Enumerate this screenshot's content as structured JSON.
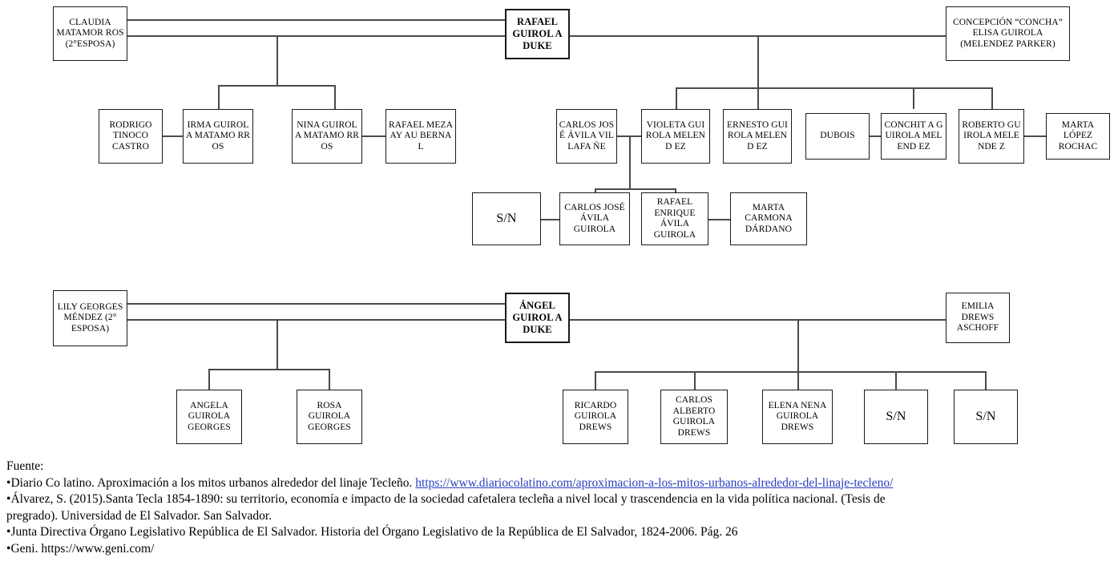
{
  "diagram": {
    "title": "Genealogia Guirola Duke",
    "nodes": {
      "claudia": "CLAUDIA MATAMOR ROS (2°ESPOSA)",
      "rafael_duke": "RAFAEL GUIROL A DUKE",
      "concepcion": "CONCEPCIÓN “CONCHA” ELISA GUIROLA (MELENDEZ PARKER)",
      "rodrigo": "RODRIGO TINOCO CASTRO",
      "irma": "IRMA GUIROLA MATAMO RROS",
      "nina": "NINA GUIROLA MATAMO RROS",
      "rafael_mezaayau": "RAFAEL MEZAAY AU BERNAL",
      "carlos_jose_avila": "CARLOS JOSÉ ÁVILA VILLAFA ÑE",
      "violeta": "VIOLETA GUIROLA MELEND EZ",
      "ernesto": "ERNESTO GUIROLA MELEND EZ",
      "dubois": "DUBOIS",
      "conchita": "CONCHIT A GUIROLA MELEND EZ",
      "roberto": "ROBERTO GUIROLA MELENDE Z",
      "marta_lopez": "MARTA LÓPEZ ROCHAC",
      "sn_1": "S/N",
      "carlos_jose_avila_guirola": "CARLOS JOSÉ ÁVILA GUIROLA",
      "rafael_enrique_avila": "RAFAEL ENRIQUE ÁVILA GUIROLA",
      "marta_carmona": "MARTA CARMONA DÁRDANO",
      "lily": "LILY GEORGES MÉNDEZ (2° ESPOSA)",
      "angel_duke": "ÁNGEL GUIROL A DUKE",
      "emilia": "EMILIA DREWS ASCHOFF",
      "angela": "ANGELA GUIROLA GEORGES",
      "rosa": "ROSA GUIROLA GEORGES",
      "ricardo": "RICARDO GUIROLA DREWS",
      "carlos_alberto": "CARLOS ALBERTO GUIROLA DREWS",
      "elena": "ELENA NENA GUIROLA DREWS",
      "sn_2": "S/N",
      "sn_3": "S/N"
    }
  },
  "sources": {
    "heading": "Fuente:",
    "items": [
      {
        "bullet": "•",
        "text": "Diario Co latino. Aproximación a los mitos urbanos alrededor del linaje Tecleño. ",
        "link": "https://www.diariocolatino.com/aproximacion-a-los-mitos-urbanos-alrededor-del-linaje-tecleno/"
      },
      {
        "bullet": "•",
        "text": "Álvarez, S. (2015).Santa Tecla 1854-1890: su territorio, economía e impacto de la sociedad cafetalera tecleña a nivel local y trascendencia en la vida política nacional. (Tesis de",
        "link": ""
      },
      {
        "bullet": "",
        "text": "pregrado). Universidad de El Salvador. San Salvador.",
        "link": ""
      },
      {
        "bullet": "•",
        "text": "Junta Directiva Órgano Legislativo República de El Salvador. Historia del Órgano Legislativo de la República de El Salvador, 1824-2006. Pág. 26",
        "link": ""
      },
      {
        "bullet": "•",
        "text": "Geni. https://www.geni.com/",
        "link": ""
      }
    ]
  },
  "colors": {
    "border": "#1a1a1a",
    "connector": "#4a4a4a",
    "link": "#2a40c0",
    "background": "#ffffff"
  }
}
